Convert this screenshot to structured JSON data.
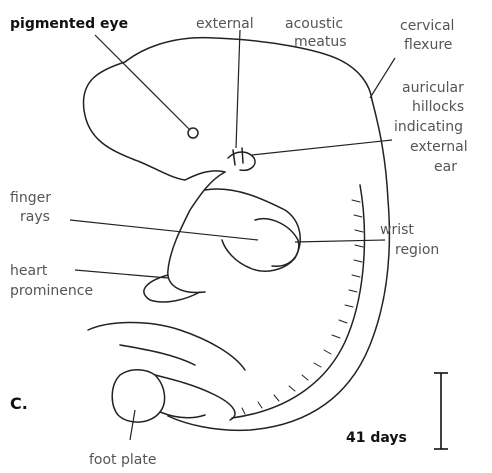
{
  "panel_letter": "C.",
  "labels": {
    "pigmented_eye": "pigmented eye",
    "external": "external",
    "acoustic": "acoustic",
    "meatus": "meatus",
    "cervical": "cervical",
    "flexure": "flexure",
    "auricular": "auricular",
    "hillocks": "hillocks",
    "indicating": "indicating",
    "external_2": "external",
    "ear": "ear",
    "finger": "finger",
    "rays": "rays",
    "heart": "heart",
    "prominence": "prominence",
    "wrist": "wrist",
    "region": "region",
    "foot_plate": "foot plate"
  },
  "scale_bar": {
    "label": "41 days"
  },
  "colors": {
    "ink": "#222222",
    "label": "#555555",
    "bold_label": "#111111"
  }
}
